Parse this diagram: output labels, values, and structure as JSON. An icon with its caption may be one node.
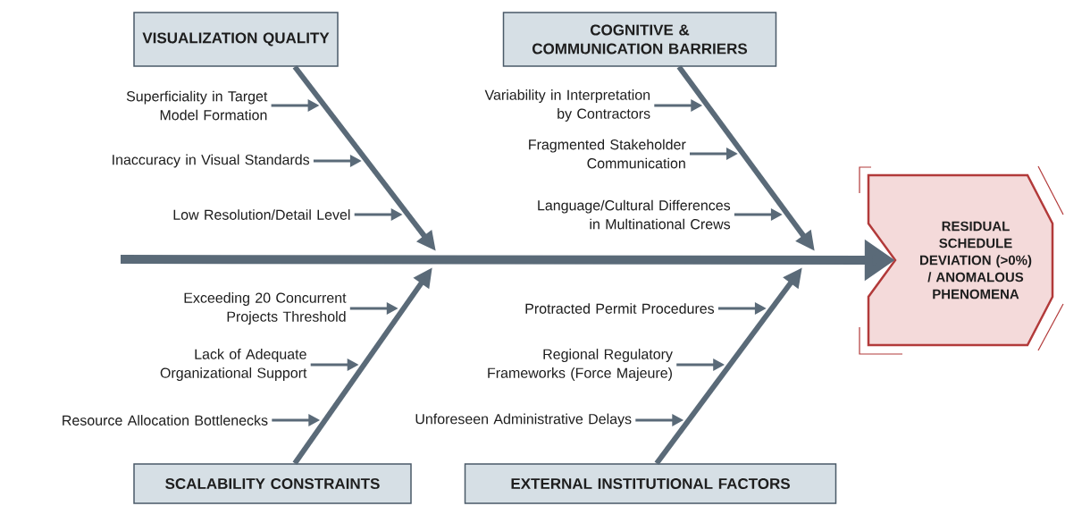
{
  "diagram": {
    "nodes": [
      {
        "text": [
          "VISUALIZATION QUALITY"
        ]
      },
      {
        "text": [
          "Superficiality in Target Model Formation"
        ]
      },
      {
        "text": [
          "Inaccuracy in Visual Standards"
        ]
      },
      {
        "text": [
          "Low Resolution/Detail Level"
        ]
      },
      {
        "text": [
          "COGNITIVE & COMMUNICATION BARRIERS"
        ]
      },
      {
        "text": [
          "Variability in Interpretation by Contractors"
        ]
      },
      {
        "text": [
          "Fragmented Stakeholder Communication"
        ]
      },
      {
        "text": [
          "Language/Cultural Differences in Multinational Crews"
        ]
      },
      {
        "text": [
          "RESIDUAL SCHEDULE DEVIATION (>0%) / ANOMALOUS PHENOMENA"
        ]
      },
      {
        "text": [
          "Exceeding 20 Concurrent Projects Threshold"
        ]
      },
      {
        "text": [
          "Lack of Adequate Organizational Support"
        ]
      },
      {
        "text": [
          "Resource Allocation Bottlenecks"
        ]
      },
      {
        "text": [
          "SCALABILITY CONSTRAINTS"
        ]
      },
      {
        "text": [
          "Protracted Permit Procedures"
        ]
      },
      {
        "text": [
          "Regional Regulatory Frameworks (Force Majeure)"
        ]
      },
      {
        "text": [
          "Unforeseen Administrative Delays"
        ]
      },
      {
        "text": [
          "EXTERNAL INSTITUTIONAL FACTORS"
        ]
      }
    ],
    "edges": [
      {
        "from": null,
        "to": 8,
        "arrow": "to",
        "style": "thick"
      },
      {
        "from": 0,
        "to": null,
        "arrow": "to",
        "style": "thick"
      },
      {
        "from": 4,
        "to": null,
        "arrow": "to",
        "style": "thick"
      },
      {
        "from": 12,
        "to": null,
        "arrow": "to",
        "style": "thick"
      },
      {
        "from": 16,
        "to": null,
        "arrow": "to",
        "style": "thick"
      },
      {
        "from": 1,
        "to": null,
        "arrow": "to"
      },
      {
        "from": 2,
        "to": null,
        "arrow": "to"
      },
      {
        "from": 3,
        "to": null,
        "arrow": "to"
      },
      {
        "from": 5,
        "to": null,
        "arrow": "to"
      },
      {
        "from": 6,
        "to": null,
        "arrow": "to"
      },
      {
        "from": 7,
        "to": null,
        "arrow": "to"
      },
      {
        "from": 9,
        "to": null,
        "arrow": "to"
      },
      {
        "from": 10,
        "to": null,
        "arrow": "to"
      },
      {
        "from": 11,
        "to": null,
        "arrow": "to"
      },
      {
        "from": 13,
        "to": null,
        "arrow": "to"
      },
      {
        "from": 14,
        "to": null,
        "arrow": "to"
      },
      {
        "from": 15,
        "to": null,
        "arrow": "to"
      }
    ]
  }
}
